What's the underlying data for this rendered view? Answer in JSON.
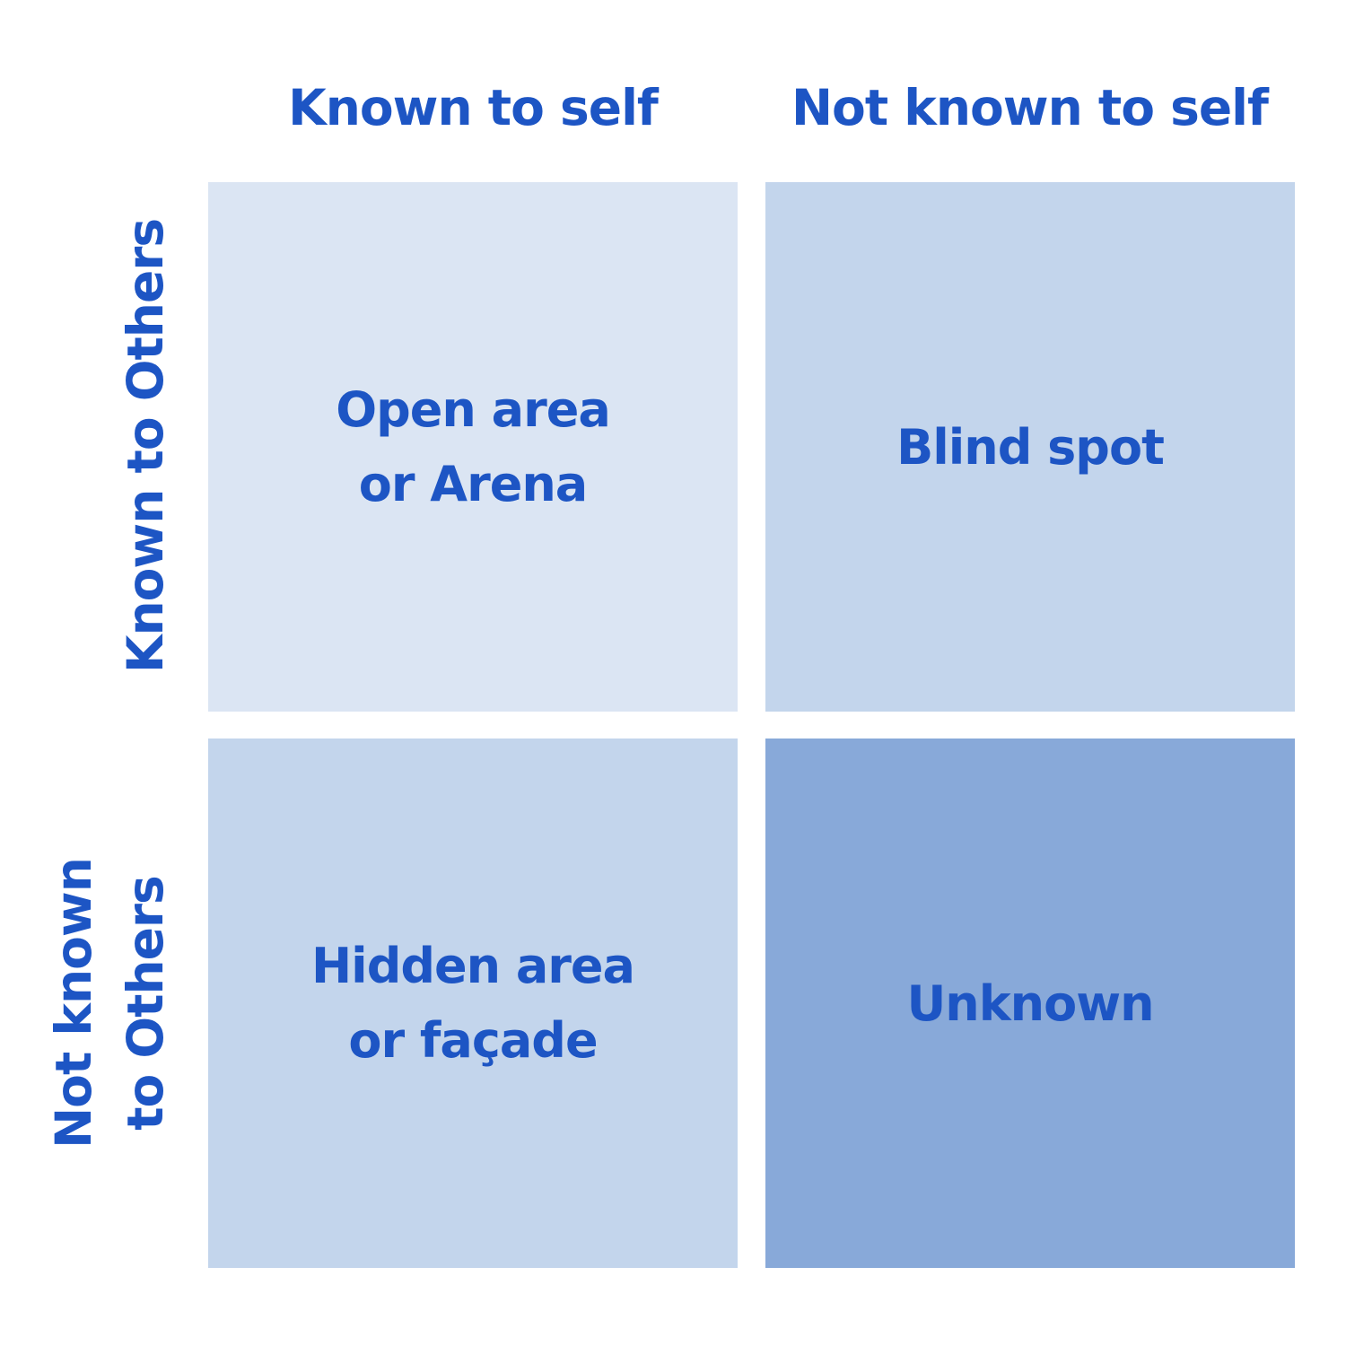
{
  "columns": {
    "known": "Known to self",
    "not_known": "Not known to self"
  },
  "rows": {
    "known": "Known to Others",
    "not_known": "Not known\nto Others"
  },
  "quadrants": {
    "open": "Open area\nor Arena",
    "blind": "Blind spot",
    "hidden": "Hidden area\nor façade",
    "unknown": "Unknown"
  },
  "colors": {
    "text": "#1d55c4",
    "open": "#dbe5f3",
    "blind": "#c3d5ec",
    "hidden": "#c3d5ec",
    "unknown": "#88a9d9"
  }
}
